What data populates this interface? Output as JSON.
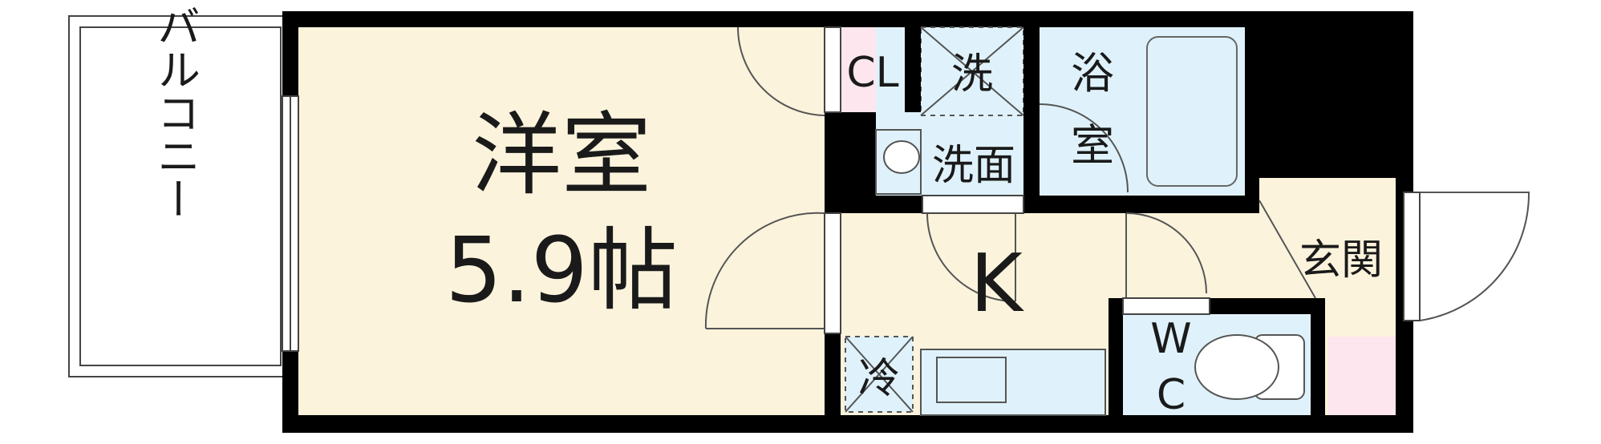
{
  "rooms": {
    "balcony": "バルコニー",
    "western_room": "洋室",
    "western_room_size": "5.9帖",
    "closet": "CL",
    "washer": "洗",
    "washroom": "洗面",
    "bathroom": "浴室",
    "kitchen": "K",
    "entrance": "玄関",
    "fridge": "冷",
    "toilet_w": "W",
    "toilet_c": "C"
  },
  "colors": {
    "room_floor": "#fbf3dc",
    "wet_area": "#dff2fb",
    "closet": "#fde6ee",
    "wall": "#000000"
  }
}
